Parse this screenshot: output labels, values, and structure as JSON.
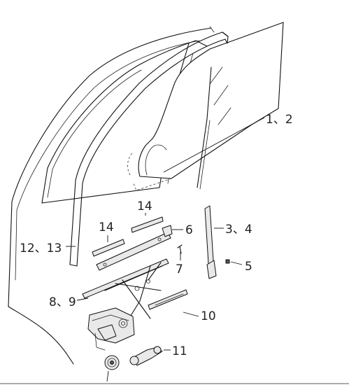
{
  "callouts": {
    "glass": "1、2",
    "channel_rear": "3、4",
    "stopper": "5",
    "bracket": "6",
    "screw": "7",
    "regulator": "8、9",
    "guide": "10",
    "handle": "11",
    "weatherstrip": "12、13",
    "strip_upper": "14",
    "strip_lower": "14"
  }
}
